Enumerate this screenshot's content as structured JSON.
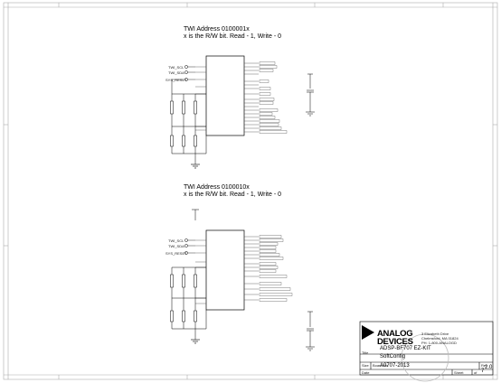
{
  "notes": {
    "u1_address": "TWI Address 0100001x",
    "u1_rw": "x is the R/W bit.  Read - 1, Write - 0",
    "u2_address": "TWI Address 0100010x",
    "u2_rw": "x is the R/W bit.  Read - 1, Write - 0"
  },
  "u1_inputs": [
    "TWI_SCL",
    "TWI_SDA",
    "SYS_RESET"
  ],
  "u2_inputs": [
    "TWI_SCL",
    "TWI_SDA",
    "SYS_RESET"
  ],
  "title_block": {
    "company_line1": "ANALOG",
    "company_line2": "DEVICES",
    "address_line1": "3 Elizabeth Drive",
    "address_line2": "Chelmsford, MA 01824",
    "address_line3": "PH: 1-800-ANALOGD",
    "field_title": "Title",
    "board_name": "ADSP-BF707 EZ-KIT",
    "sheet_title": "SoftConfig",
    "field_size": "Size",
    "field_board_no": "Board No.",
    "board_number": "A0707-2013",
    "field_date": "Date",
    "field_sheet": "Sheet",
    "field_of": "of",
    "sheet_of": "7",
    "field_rev": "Rev",
    "rev": "2.0"
  },
  "colors": {
    "ink": "#000000",
    "grid": "#aaaaaa",
    "wire": "#333333"
  }
}
